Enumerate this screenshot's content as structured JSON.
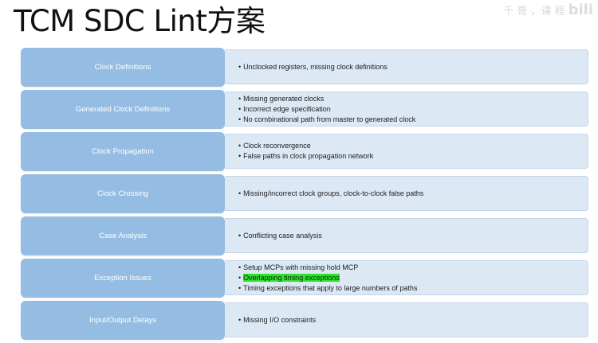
{
  "title": "TCM SDC Lint方案",
  "watermark": {
    "text": "千 哥 ，课 程",
    "logo": "bili"
  },
  "rows": [
    {
      "label": "Clock Definitions",
      "bullets": [
        "Unclocked registers, missing clock definitions"
      ]
    },
    {
      "label": "Generated Clock Definitions",
      "bullets": [
        "Missing generated clocks",
        "Incorrect edge specification",
        "No combinational path from master to generated clock"
      ]
    },
    {
      "label": "Clock Propagation",
      "bullets": [
        "Clock reconvergence",
        "False paths in clock propagation network"
      ]
    },
    {
      "label": "Clock Crossing",
      "bullets": [
        "Missing/incorrect clock groups, clock-to-clock false paths"
      ]
    },
    {
      "label": "Case Analysis",
      "bullets": [
        "Conflicting case analysis"
      ]
    },
    {
      "label": "Exception Issues",
      "bullets": [
        "Setup MCPs with missing hold MCP",
        "Overlapping timing exceptions",
        "Timing exceptions that apply to large numbers of paths"
      ],
      "highlighted_bullet": 1,
      "highlight_color": "#27e627"
    },
    {
      "label": "Input/Output Delays",
      "bullets": [
        "Missing I/O constraints"
      ]
    }
  ],
  "colors": {
    "label_fill": "#95bde3",
    "body_fill": "#dce8f4"
  }
}
